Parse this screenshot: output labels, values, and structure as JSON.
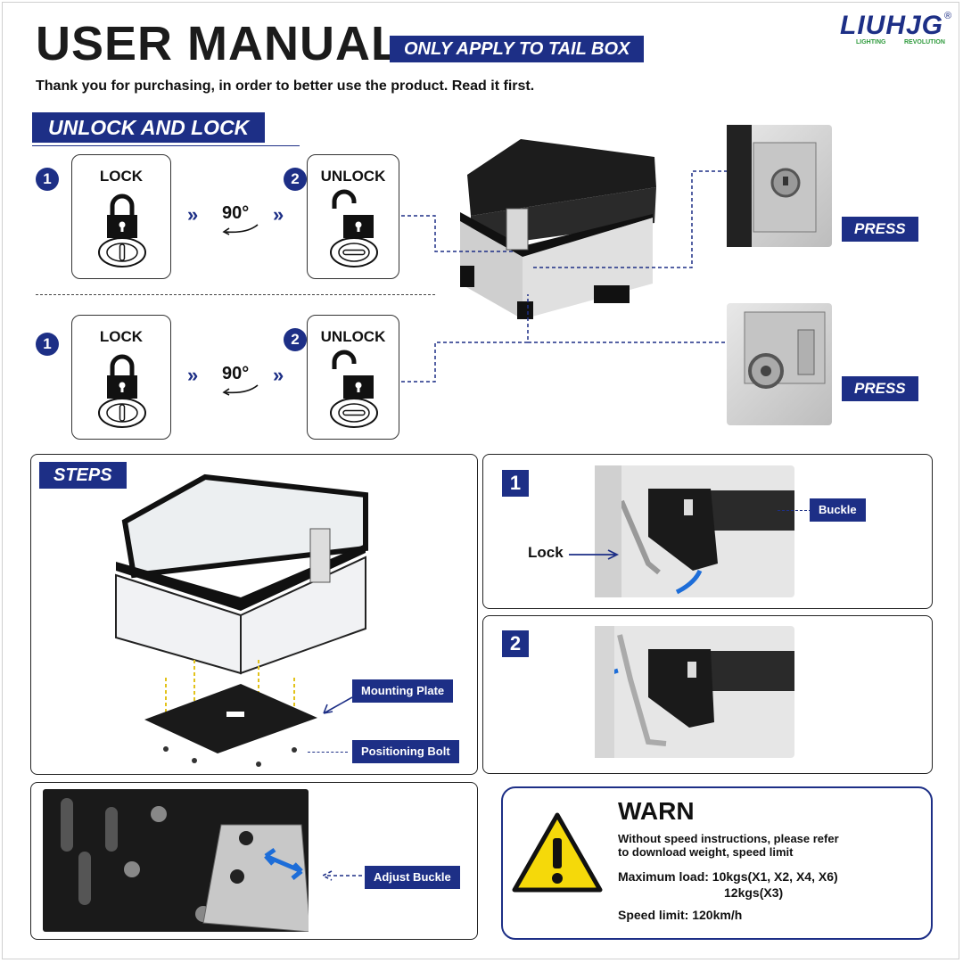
{
  "header": {
    "title": "USER MANUAL",
    "tag": "ONLY APPLY TO TAIL BOX",
    "intro": "Thank you for purchasing, in order to better use the product. Read it first.",
    "brand": {
      "name": "LIUHJG",
      "sub_left": "LIGHTING",
      "sub_right": "REVOLUTION",
      "mark": "®"
    }
  },
  "unlock_section": {
    "title": "UNLOCK AND LOCK",
    "rows": [
      {
        "step1_num": "1",
        "step1_label": "LOCK",
        "angle": "90°",
        "step2_num": "2",
        "step2_label": "UNLOCK",
        "press": "PRESS"
      },
      {
        "step1_num": "1",
        "step1_label": "LOCK",
        "angle": "90°",
        "step2_num": "2",
        "step2_label": "UNLOCK",
        "press": "PRESS"
      }
    ],
    "arrows": "»"
  },
  "steps_section": {
    "title": "STEPS",
    "mounting_plate": "Mounting Plate",
    "positioning_bolt": "Positioning Bolt",
    "step1": {
      "num": "1",
      "buckle": "Buckle",
      "lock": "Lock"
    },
    "step2": {
      "num": "2"
    }
  },
  "adjust": {
    "label": "Adjust Buckle"
  },
  "warn": {
    "title": "WARN",
    "line1": "Without speed instructions, please refer",
    "line2": "to download weight, speed limit",
    "load1": "Maximum load: 10kgs(X1, X2, X4, X6)",
    "load2": "12kgs(X3)",
    "speed": "Speed limit: 120km/h"
  },
  "colors": {
    "accent": "#1d2f86",
    "brand_green": "#2e9a3c",
    "warning_yellow": "#f5d90a"
  }
}
